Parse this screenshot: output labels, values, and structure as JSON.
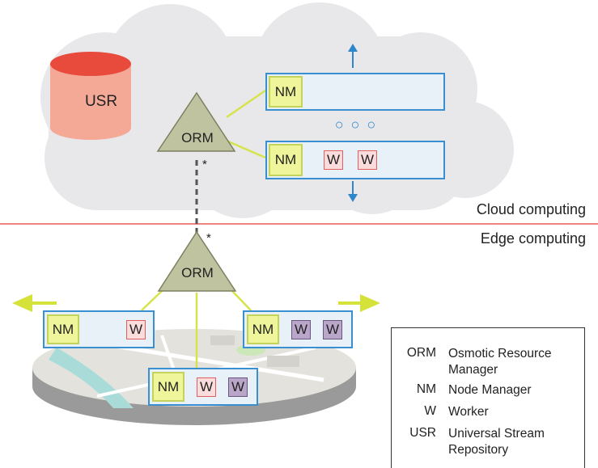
{
  "storage": {
    "label": "USR"
  },
  "cloud_orm": {
    "label": "ORM",
    "link_star": "*"
  },
  "edge_orm": {
    "label": "ORM",
    "link_star": "*"
  },
  "cloud_nodes": {
    "top": {
      "nm": "NM"
    },
    "bottom": {
      "nm": "NM",
      "workers": [
        "W",
        "W"
      ]
    },
    "ellipsis": "○ ○ ○"
  },
  "edge_nodes": {
    "left": {
      "nm": "NM",
      "workers": [
        "W"
      ]
    },
    "middle": {
      "nm": "NM",
      "workers": [
        "W",
        "W"
      ]
    },
    "right": {
      "nm": "NM",
      "workers": [
        "W",
        "W"
      ]
    }
  },
  "zones": {
    "cloud": "Cloud computing",
    "edge": "Edge computing"
  },
  "legend": [
    {
      "abbr": "ORM",
      "desc": "Osmotic Resource Manager"
    },
    {
      "abbr": "NM",
      "desc": "Node Manager"
    },
    {
      "abbr": "W",
      "desc": "Worker"
    },
    {
      "abbr": "USR",
      "desc": "Universal Stream Repository"
    }
  ],
  "colors": {
    "cloud": "#e8e8ea",
    "node_border": "#3a8fd0",
    "node_fill": "#e8f0f8",
    "nm_fill": "#eef59a",
    "worker_red": "#fbdcdc",
    "worker_purple": "#b9a6c9",
    "orm_fill": "#bfc3a0",
    "link": "#d6e34a",
    "divider": "#e53935",
    "usr_body": "#f4a896",
    "usr_top": "#e84a3c",
    "arrow_blue": "#2f86c8",
    "arrow_green": "#d4e23a"
  }
}
